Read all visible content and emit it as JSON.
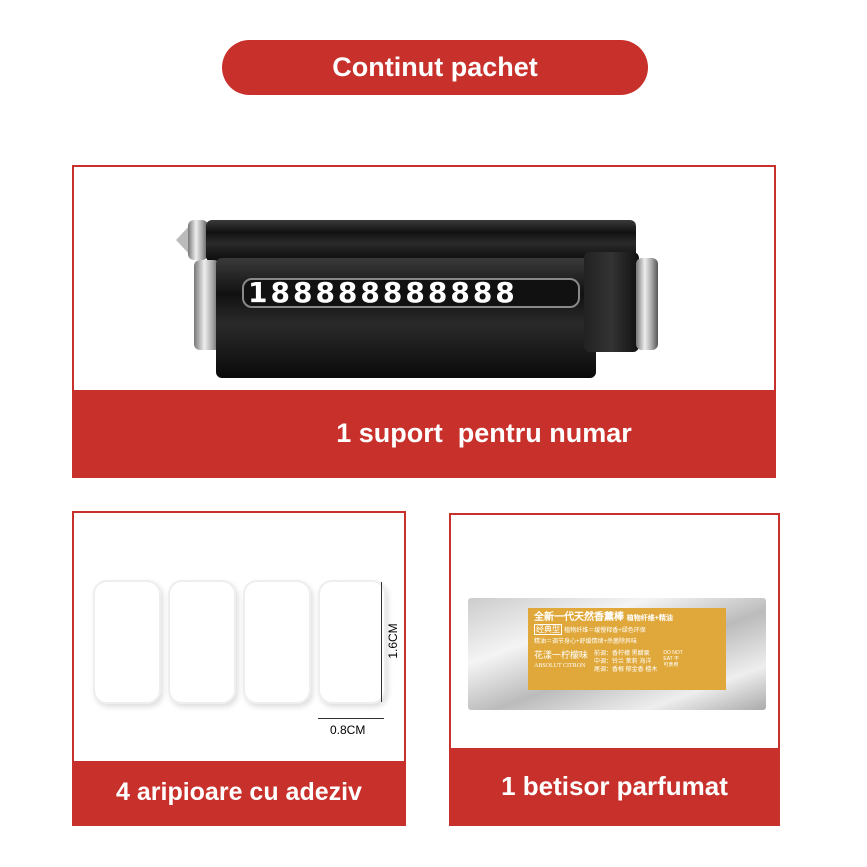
{
  "header": {
    "title": "Continut pachet"
  },
  "items": [
    {
      "caption": "1 suport  pentru numar",
      "display_number": "188888888888"
    },
    {
      "caption": "4 aripioare cu adeziv",
      "dim_height": "1.6CM",
      "dim_width": "0.8CM"
    },
    {
      "caption": "1 betisor parfumat",
      "package_label": {
        "title": "全新一代天然香薰棒",
        "subtitle": "植物纤维+精油",
        "badge": "经典型",
        "line1": "植物纤维＝缓慢释香+绿色环保",
        "line2": "精油＝调节身心+舒缓情绪+杀菌除异味",
        "scent_cn": "花漾一柠檬味",
        "scent_en": "ABSOLUT CITRON",
        "notes": [
          "前调：香柠檬 黑醋栗",
          "中调：铃兰 茉莉 海洋",
          "尾调：香根 郁金香 檀木"
        ],
        "warning": "DO NOT EAT 不可食用"
      }
    }
  ],
  "colors": {
    "accent": "#c8302c"
  }
}
